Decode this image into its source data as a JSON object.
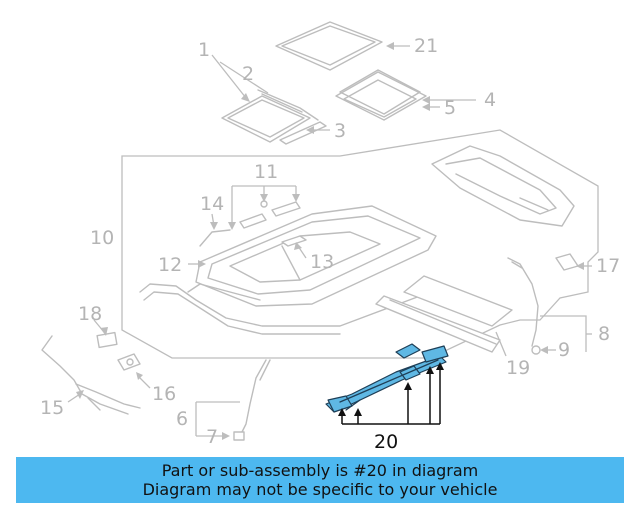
{
  "callouts": {
    "c1": "1",
    "c2": "2",
    "c3": "3",
    "c4": "4",
    "c5": "5",
    "c6": "6",
    "c7": "7",
    "c8": "8",
    "c9": "9",
    "c10": "10",
    "c11": "11",
    "c12": "12",
    "c13": "13",
    "c14": "14",
    "c15": "15",
    "c16": "16",
    "c17": "17",
    "c18": "18",
    "c19": "19",
    "c20": "20",
    "c21": "21"
  },
  "highlighted_part": "20",
  "colors": {
    "highlight_fill": "#5fb8e4",
    "banner_background": "#4db8f0",
    "callout_gray": "#b4b4b4"
  },
  "banner": {
    "line1": "Part or sub-assembly is #20 in diagram",
    "line2": "Diagram may not be specific to your vehicle"
  }
}
